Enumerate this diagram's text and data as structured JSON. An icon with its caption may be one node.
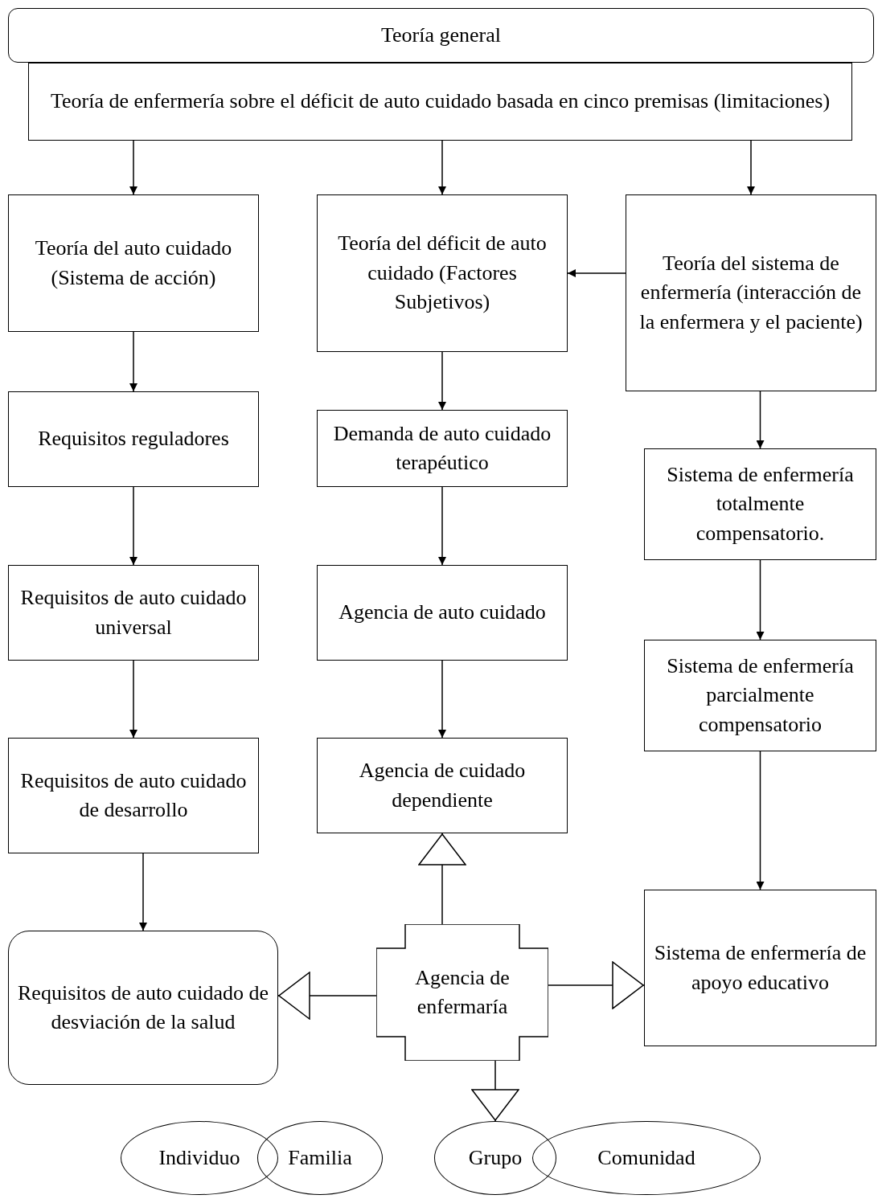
{
  "diagram": {
    "nodes": [
      {
        "text": [
          "Teoría general"
        ]
      },
      {
        "text": [
          "Teoría de enfermería sobre el déficit de auto cuidado basada en cinco premisas (limitaciones)"
        ]
      },
      {
        "text": [
          "Teoría del auto cuidado (Sistema de acción)"
        ]
      },
      {
        "text": [
          "Teoría del déficit de auto cuidado (Factores Subjetivos)"
        ]
      },
      {
        "text": [
          "Teoría del sistema de enfermería (interacción de la enfermera y el paciente)"
        ]
      },
      {
        "text": [
          "Requisitos reguladores"
        ]
      },
      {
        "text": [
          "Demanda de auto cuidado terapéutico"
        ]
      },
      {
        "text": [
          "Sistema de enfermería totalmente compensatorio."
        ]
      },
      {
        "text": [
          "Requisitos de auto cuidado universal"
        ]
      },
      {
        "text": [
          "Agencia de auto cuidado"
        ]
      },
      {
        "text": [
          "Sistema de enfermería parcialmente compensatorio"
        ]
      },
      {
        "text": [
          "Requisitos de auto cuidado de desarrollo"
        ]
      },
      {
        "text": [
          "Agencia de cuidado dependiente"
        ]
      },
      {
        "text": [
          "Sistema de enfermería de apoyo educativo"
        ]
      },
      {
        "text": [
          "Requisitos de auto cuidado de desviación de la salud"
        ]
      },
      {
        "text": [
          "Agencia de enfermaría"
        ]
      },
      {
        "text": [
          "Individuo"
        ]
      },
      {
        "text": [
          "Familia"
        ]
      },
      {
        "text": [
          "Grupo"
        ]
      },
      {
        "text": [
          "Comunidad"
        ]
      }
    ],
    "edges": [
      {
        "from": 1,
        "to": 2,
        "arrow": "to"
      },
      {
        "from": 1,
        "to": 3,
        "arrow": "to"
      },
      {
        "from": 1,
        "to": 4,
        "arrow": "to"
      },
      {
        "from": 4,
        "to": 3,
        "arrow": "to"
      },
      {
        "from": 2,
        "to": 5,
        "arrow": "to"
      },
      {
        "from": 3,
        "to": 6,
        "arrow": "to"
      },
      {
        "from": 4,
        "to": 7,
        "arrow": "to"
      },
      {
        "from": 5,
        "to": 8,
        "arrow": "to"
      },
      {
        "from": 6,
        "to": 9,
        "arrow": "to"
      },
      {
        "from": 7,
        "to": 10,
        "arrow": "to"
      },
      {
        "from": 8,
        "to": 11,
        "arrow": "to"
      },
      {
        "from": 9,
        "to": 12,
        "arrow": "to"
      },
      {
        "from": 10,
        "to": 13,
        "arrow": "to"
      },
      {
        "from": 11,
        "to": 14,
        "arrow": "to"
      },
      {
        "from": 15,
        "to": 12,
        "arrow": "to"
      },
      {
        "from": 15,
        "to": 14,
        "arrow": "to"
      },
      {
        "from": 15,
        "to": 13,
        "arrow": "to"
      },
      {
        "from": 15,
        "to": 18,
        "arrow": "to"
      }
    ]
  }
}
